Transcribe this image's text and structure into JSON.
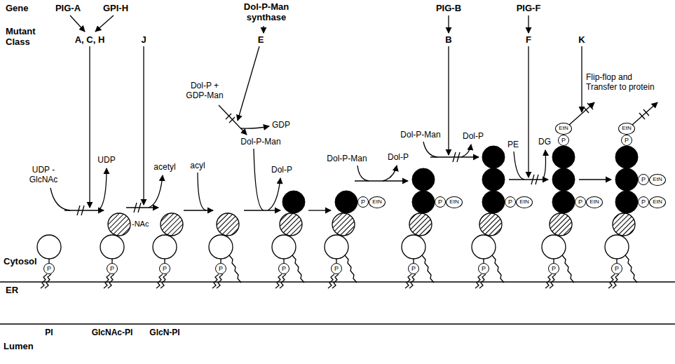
{
  "diagram": {
    "nodes": [
      {
        "text": [
          "P"
        ]
      },
      {
        "text": [
          "P"
        ]
      },
      {
        "text": [
          "P"
        ]
      },
      {
        "text": [
          "P"
        ]
      },
      {
        "text": [
          "P"
        ]
      },
      {
        "text": [
          "P"
        ]
      },
      {
        "text": [
          "EtN"
        ]
      },
      {
        "text": [
          "P"
        ]
      },
      {
        "text": [
          "P"
        ]
      },
      {
        "text": [
          "EtN"
        ]
      },
      {
        "text": [
          "P"
        ]
      },
      {
        "text": [
          "P"
        ]
      },
      {
        "text": [
          "EtN"
        ]
      },
      {
        "text": [
          "P"
        ]
      },
      {
        "text": [
          "EtN"
        ]
      },
      {
        "text": [
          "P"
        ]
      },
      {
        "text": [
          "P"
        ]
      },
      {
        "text": [
          "EtN"
        ]
      },
      {
        "text": [
          "P"
        ]
      },
      {
        "text": [
          "EtN"
        ]
      },
      {
        "text": [
          "P"
        ]
      },
      {
        "text": [
          "P"
        ]
      },
      {
        "text": [
          "EtN"
        ]
      },
      {
        "text": [
          "P"
        ]
      },
      {
        "text": [
          "EtN"
        ]
      },
      {
        "text": [
          "P"
        ]
      }
    ],
    "labels": [
      "Gene",
      "PIG-A",
      "GPI-H",
      "Dol-P-Man synthase",
      "PIG-B",
      "PIG-F",
      "Mutant Class",
      "A, C, H",
      "J",
      "E",
      "B",
      "F",
      "K",
      "Dol-P + GDP-Man",
      "GDP",
      "Flip-flop and Transfer to protein",
      "UDP -GlcNAc",
      "UDP",
      "acetyl",
      "acyl",
      "Dol-P-Man",
      "Dol-P",
      "Dol-P-Man",
      "Dol-P",
      "Dol-P-Man",
      "Dol-P",
      "PE",
      "DG",
      "-NAc",
      "Cytosol",
      "ER",
      "PI",
      "GlcNAc-PI",
      "GlcN-PI",
      "Lumen"
    ]
  }
}
